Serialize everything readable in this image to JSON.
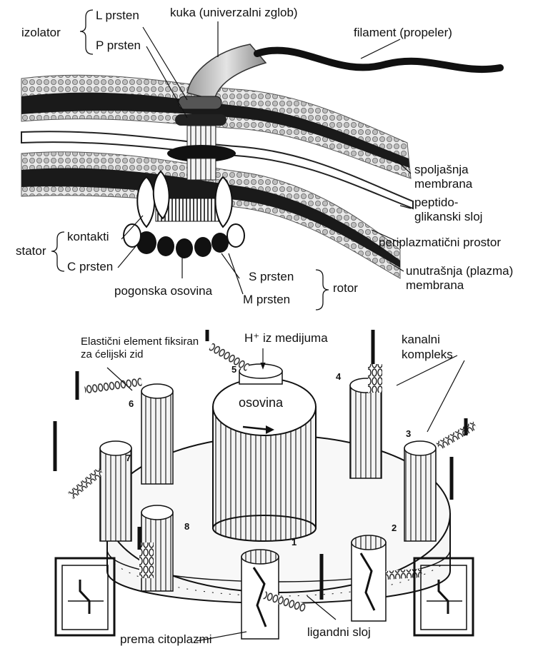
{
  "top": {
    "insulator": "izolator",
    "l_ring": "L prsten",
    "p_ring": "P prsten",
    "hook": "kuka (univerzalni zglob)",
    "filament": "filament (propeler)",
    "outer_membrane": [
      "spoljašnja",
      "membrana"
    ],
    "peptidoglycan": [
      "peptido-",
      "glikanski sloj"
    ],
    "periplasm": "periplazmatični prostor",
    "inner_membrane": [
      "unutrašnja (plazma)",
      "membrana"
    ],
    "stator": "stator",
    "contacts": "kontakti",
    "c_ring": "C prsten",
    "drive_shaft": "pogonska osovina",
    "s_ring": "S prsten",
    "m_ring": "M prsten",
    "rotor": "rotor"
  },
  "bottom": {
    "elastic": [
      "Elastični element fiksiran",
      "za ćelijski zid"
    ],
    "proton": "H⁺ iz medijuma",
    "channel": [
      "kanalni",
      "kompleks"
    ],
    "shaft": "osovina",
    "to_cytoplasm": "prema citoplazmi",
    "ligand_layer": "ligandni sloj",
    "units": [
      "1",
      "2",
      "3",
      "4",
      "5",
      "6",
      "7",
      "8"
    ]
  }
}
